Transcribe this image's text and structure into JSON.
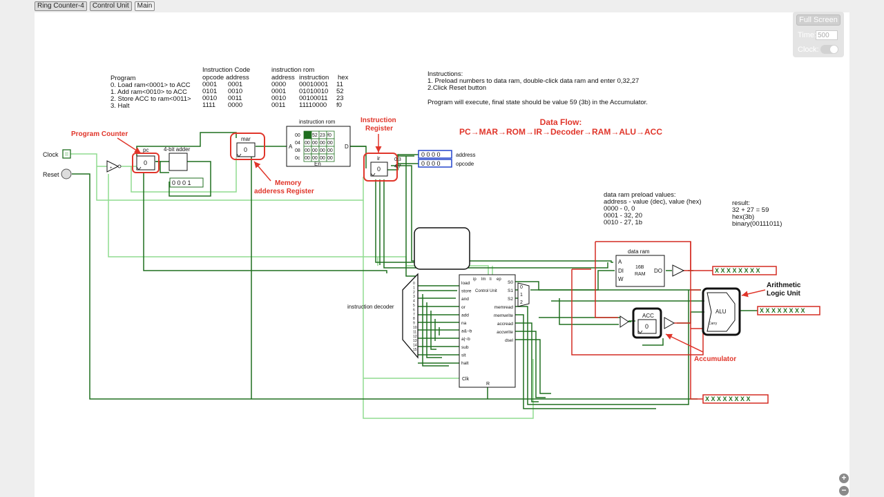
{
  "tabs": [
    {
      "label": "Ring Counter-4"
    },
    {
      "label": "Control Unit"
    },
    {
      "label": "Main"
    }
  ],
  "fullscreen": {
    "button_label": "Full Screen",
    "time_label": "Time:",
    "time_value": "500",
    "clock_label": "Clock:"
  },
  "program": {
    "header_col1": "Program",
    "header_opcode_group": "Instruction Code",
    "header_opcode": "opcode",
    "header_address": "address",
    "lines": [
      {
        "text": "0.  Load ram<0001> to ACC",
        "opcode": "0001",
        "address": "0001"
      },
      {
        "text": "1.  Add ram<0010> to ACC",
        "opcode": "0101",
        "address": "0010"
      },
      {
        "text": "2.  Store ACC to ram<0011>",
        "opcode": "0010",
        "address": "0011"
      },
      {
        "text": "3.  Halt",
        "opcode": "1111",
        "address": "0000"
      }
    ]
  },
  "rom_table": {
    "title": "instruction rom",
    "headers": [
      "address",
      "instruction",
      "hex"
    ],
    "rows": [
      [
        "0000",
        "00010001",
        "11"
      ],
      [
        "0001",
        "01010010",
        "52"
      ],
      [
        "0010",
        "00100011",
        "23"
      ],
      [
        "0011",
        "11110000",
        "f0"
      ]
    ]
  },
  "instructions": {
    "title": "Instructions:",
    "step1": "1. Preload numbers to data ram, double-click data ram and enter 0,32,27",
    "step2": "2.Click Reset button",
    "note": "Program will execute, final state should be value 59 (3b) in the Accumulator."
  },
  "data_flow": {
    "title": "Data Flow:",
    "sequence": "PC→MAR→ROM→IR→Decoder→RAM→ALU→ACC"
  },
  "preload": {
    "title": "data ram preload values:",
    "header": "address  - value (dec), value (hex)",
    "rows": [
      "0000 - 0, 0",
      "0001 - 32, 20",
      "0010 - 27, 1b"
    ]
  },
  "result": {
    "title": "result:",
    "line1": "32 + 27 = 59",
    "line2": "hex(3b)",
    "line3": "binary(00111011)"
  },
  "annotations": {
    "program_counter": "Program Counter",
    "mar_line1": "Memory",
    "mar_line2": "adderess Register",
    "ir_line1": "Instruction",
    "ir_line2": "Register",
    "alu_line1": "Arithmetic",
    "alu_line2": "Logic Unit",
    "accumulator": "Accumulator"
  },
  "inputs": {
    "clock": "Clock",
    "reset": "Reset"
  },
  "components": {
    "pc_label": "pc",
    "pc_value": "0",
    "adder_label": "4-bit adder",
    "counter_display": "0 0 0 1",
    "mar_label": "mar",
    "mar_value": "0",
    "rom_label": "instruction rom",
    "rom_port_a": "A",
    "rom_port_d": "D",
    "rom_port_en": "En",
    "rom_row_addrs": [
      "00",
      "04",
      "08",
      "0c"
    ],
    "rom_cells": [
      [
        "",
        "52",
        "23",
        "f0"
      ],
      [
        "00",
        "00",
        "00",
        "00"
      ],
      [
        "00",
        "00",
        "00",
        "00"
      ],
      [
        "00",
        "00",
        "00",
        "00"
      ]
    ],
    "ir_label": "ir",
    "ir_value": "0",
    "split_top": "0:3",
    "split_bottom": "4:7",
    "address_bits": "0 0 0 0",
    "opcode_bits": "0 0 0 0",
    "address_label": "address",
    "opcode_label": "opcode",
    "decoder_label": "instruction decoder",
    "decoder_outputs": [
      "0",
      "1",
      "2",
      "3",
      "4",
      "5",
      "6",
      "7",
      "8",
      "9",
      "10",
      "11",
      "12",
      "13",
      "14",
      "15"
    ],
    "cu_title": "Control Unit",
    "cu_top_ports": [
      "ip",
      "lm",
      "li",
      "ep"
    ],
    "cu_left_ports": [
      "load",
      "store",
      "and",
      "or",
      "add",
      "na",
      "a&~b",
      "a|~b",
      "sub",
      "slt",
      "halt"
    ],
    "cu_clk": "Clk",
    "cu_r": "R",
    "cu_right_ports": [
      "S0",
      "S1",
      "S2",
      "memread",
      "memwrite",
      "accread",
      "accwrite",
      "dsel"
    ],
    "mux_labels": [
      "0",
      "1",
      "2"
    ],
    "ram_title": "data ram",
    "ram_ports": [
      "A",
      "DI",
      "W"
    ],
    "ram_size": "16B",
    "ram_name": "RAM",
    "ram_do": "DO",
    "ram_out_bits": "X X X X X X X X",
    "alu_label": "ALU",
    "alu_carry": "Carry",
    "alu_out_bits": "X X X X X X X X",
    "acc_label": "ACC",
    "acc_value": "0",
    "acc_out_bits": "X X X X X X X X"
  },
  "colors": {
    "wire_dark": "#1e6e1e",
    "wire_light": "#8fdc8f",
    "wire_red": "#d42a20",
    "highlight": "#e0352a",
    "bus_blue": "#2244cc"
  },
  "zoom": {
    "in": "+",
    "out": "−"
  }
}
